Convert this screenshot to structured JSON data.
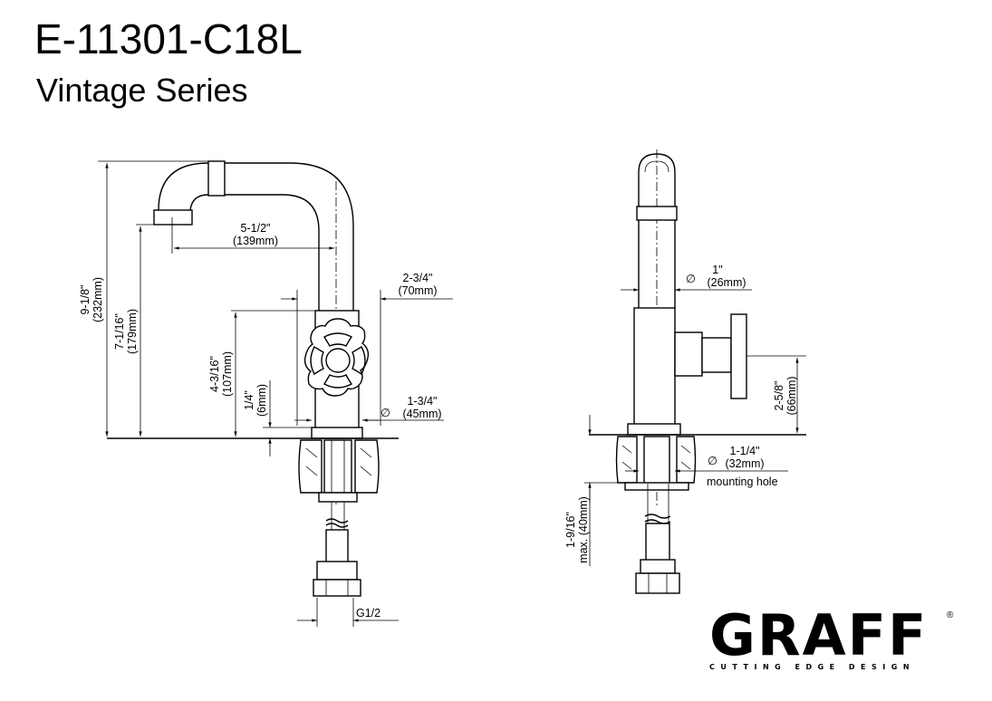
{
  "header": {
    "model": "E-11301-C18L",
    "series": "Vintage Series"
  },
  "front_view": {
    "total_height": {
      "in": "9-1/8\"",
      "mm": "(232mm)"
    },
    "spout_height": {
      "in": "7-1/16\"",
      "mm": "(179mm)"
    },
    "spout_reach": {
      "in": "5-1/2\"",
      "mm": "(139mm)"
    },
    "handle_width": {
      "in": "2-3/4\"",
      "mm": "(70mm)"
    },
    "body_height": {
      "in": "4-3/16\"",
      "mm": "(107mm)"
    },
    "base_height": {
      "in": "1/4\"",
      "mm": "(6mm)"
    },
    "base_diameter": {
      "symbol": "∅",
      "in": "1-3/4\"",
      "mm": "(45mm)"
    },
    "connection": "G1/2"
  },
  "side_view": {
    "pipe_diameter": {
      "symbol": "∅",
      "in": "1\"",
      "mm": "(26mm)"
    },
    "handle_height": {
      "in": "2-5/8\"",
      "mm": "(66mm)"
    },
    "mounting_hole": {
      "symbol": "∅",
      "in": "1-1/4\"",
      "mm": "(32mm)",
      "label": "mounting hole"
    },
    "max_deck": {
      "in": "1-9/16\"",
      "mm": "max. (40mm)"
    }
  },
  "logo": {
    "brand": "GRAFF",
    "registered": "®",
    "tagline": "CUTTING EDGE DESIGN"
  }
}
